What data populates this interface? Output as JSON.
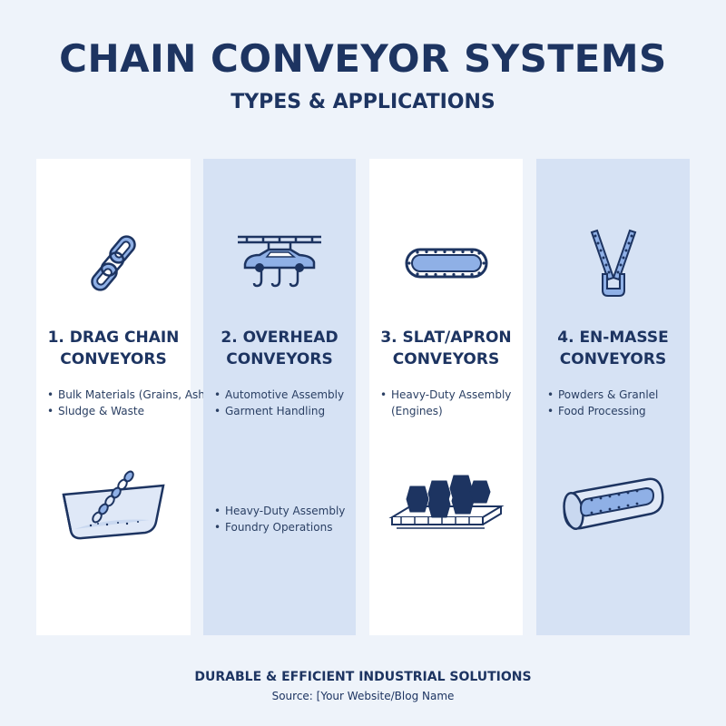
{
  "title": "CHAIN CONVEYOR SYSTEMS",
  "subtitle": "TYPES & APPLICATIONS",
  "columns": [
    {
      "heading_line1": "1. DRAG CHAIN",
      "heading_line2": "CONVEYORS",
      "bullets": [
        "Bulk Materials (Grains, Ash)",
        "Sludge & Waste"
      ],
      "top_icon": "chain-link-icon",
      "bottom_icon": "drag-trough-icon"
    },
    {
      "heading_line1": "2. OVERHEAD",
      "heading_line2": "CONVEYORS",
      "bullets": [
        "Automotive Assembly",
        "Garment Handling"
      ],
      "extra_bullets": [
        "Heavy-Duty Assembly",
        "Foundry Operations"
      ],
      "top_icon": "overhead-car-hooks-icon"
    },
    {
      "heading_line1": "3. SLAT/APRON",
      "heading_line2": "CONVEYORS",
      "bullets": [
        "Heavy-Duty Assembly",
        "(Engines)"
      ],
      "top_icon": "slat-belt-loop-icon",
      "bottom_icon": "slat-blocks-icon"
    },
    {
      "heading_line1": "4. EN-MASSE",
      "heading_line2": "CONVEYORS",
      "bullets": [
        "Powders & Granlel",
        "Food Processing"
      ],
      "top_icon": "v-chain-bucket-icon",
      "bottom_icon": "enclosed-tube-icon"
    }
  ],
  "footer": "DURABLE & EFFICIENT INDUSTRIAL SOLUTIONS",
  "source": "Source: [Your Website/Blog Name",
  "colors": {
    "navy": "#1d3461",
    "accent_blue": "#8fb0e6",
    "light_panel": "#ffffff",
    "blue_panel": "#d6e2f4",
    "background": "#eef3fa"
  }
}
